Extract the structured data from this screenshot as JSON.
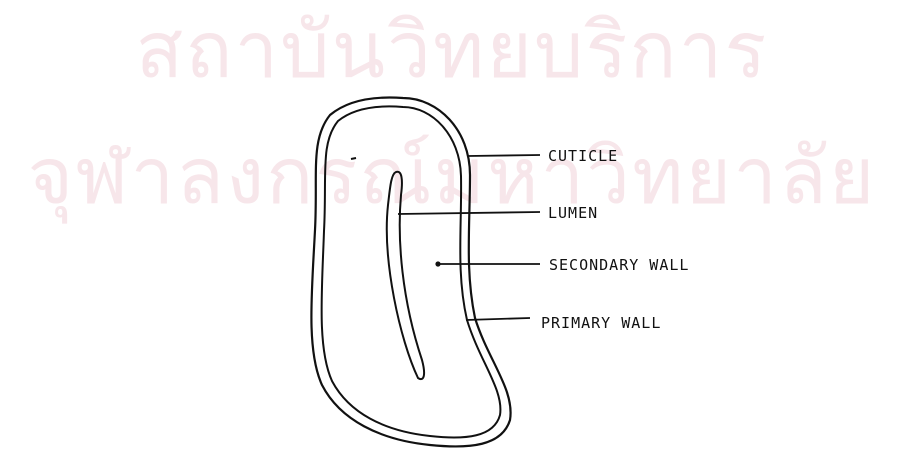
{
  "watermark": {
    "line_1": "สถาบันวิทยบริการ",
    "line_2": "จุฬาลงกรณ์มหาวิทยาลัย"
  },
  "labels": {
    "cuticle": "CUTICLE",
    "lumen": "LUMEN",
    "secondary_wall": "SECONDARY WALL",
    "primary_wall": "PRIMARY WALL"
  }
}
